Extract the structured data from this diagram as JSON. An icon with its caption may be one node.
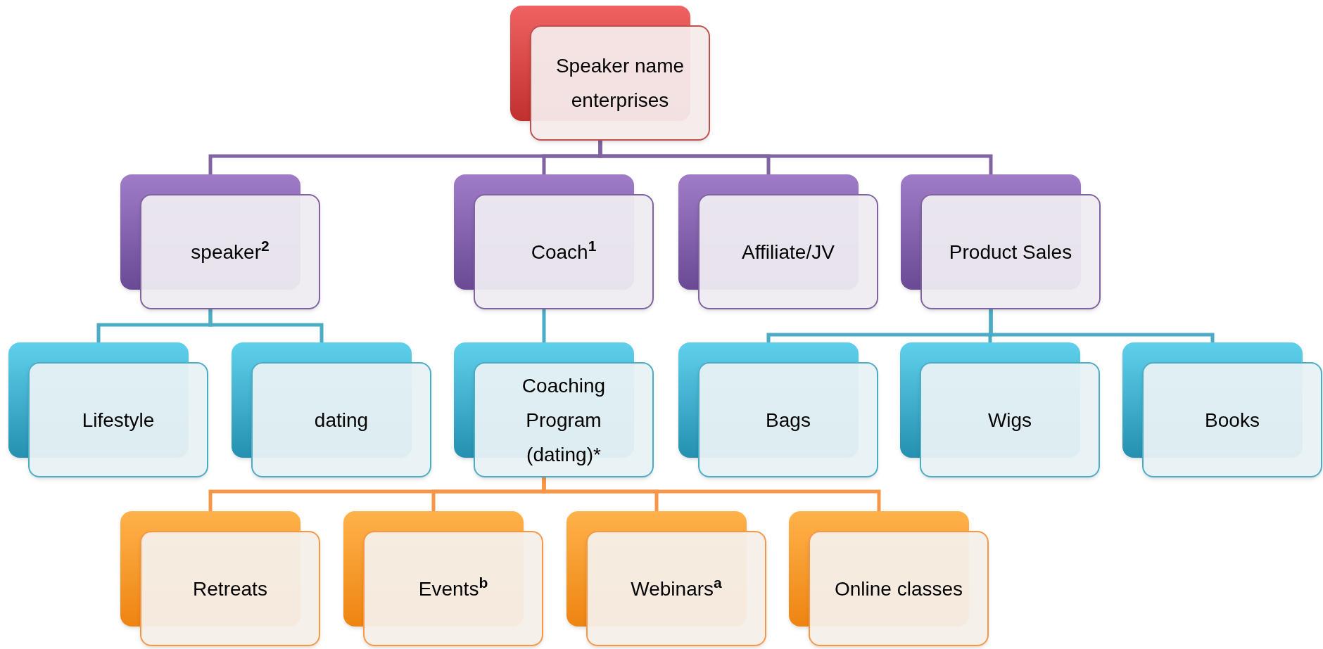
{
  "diagram": {
    "nodes": [
      {
        "text": [
          "Speaker name enterprises"
        ]
      },
      {
        "text": [
          "speaker$^{2}$"
        ]
      },
      {
        "text": [
          "Coach$^{1}$"
        ]
      },
      {
        "text": [
          "Affiliate/JV"
        ]
      },
      {
        "text": [
          "Product Sales"
        ]
      },
      {
        "text": [
          "Lifestyle"
        ]
      },
      {
        "text": [
          "dating"
        ]
      },
      {
        "text": [
          "Coaching Program (dating)*"
        ]
      },
      {
        "text": [
          "Bags"
        ]
      },
      {
        "text": [
          "Wigs"
        ]
      },
      {
        "text": [
          "Books"
        ]
      },
      {
        "text": [
          "Retreats"
        ]
      },
      {
        "text": [
          "Events$^{b}$"
        ]
      },
      {
        "text": [
          "Webinars$^{a}$"
        ]
      },
      {
        "text": [
          "Online classes"
        ]
      }
    ],
    "edges": [
      {
        "from": 0,
        "to": 1,
        "arrow": "none",
        "color": "#8064a2"
      },
      {
        "from": 0,
        "to": 2,
        "arrow": "none",
        "color": "#8064a2"
      },
      {
        "from": 0,
        "to": 3,
        "arrow": "none",
        "color": "#8064a2"
      },
      {
        "from": 0,
        "to": 4,
        "arrow": "none",
        "color": "#8064a2"
      },
      {
        "from": 1,
        "to": 5,
        "arrow": "none"
      },
      {
        "from": 1,
        "to": 6,
        "arrow": "none"
      },
      {
        "from": 2,
        "to": 7,
        "arrow": "none"
      },
      {
        "from": 4,
        "to": 8,
        "arrow": "none"
      },
      {
        "from": 4,
        "to": 9,
        "arrow": "none"
      },
      {
        "from": 4,
        "to": 10,
        "arrow": "none"
      },
      {
        "from": 7,
        "to": 11,
        "arrow": "none",
        "color": "#f79646"
      },
      {
        "from": 7,
        "to": 12,
        "arrow": "none",
        "color": "#f79646"
      },
      {
        "from": 7,
        "to": 13,
        "arrow": "none",
        "color": "#f79646"
      },
      {
        "from": 7,
        "to": 14,
        "arrow": "none",
        "color": "#f79646"
      }
    ]
  }
}
